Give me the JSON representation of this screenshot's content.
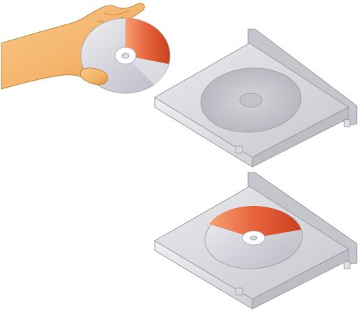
{
  "illustration": {
    "steps": [
      {
        "state": "hand-holding-disc",
        "tray": "open-empty"
      },
      {
        "state": "disc-seated",
        "tray": "open-loaded"
      }
    ]
  },
  "colors": {
    "skin": "#f4b36a",
    "skin_shadow": "#d88a3d",
    "disc_red": "#e0512e",
    "disc_orange": "#f07a45",
    "disc_silver": "#cfd0d8",
    "disc_hub": "#f3f3f3",
    "tray_top": "#d9d9de",
    "tray_front": "#e6e6ea",
    "tray_side": "#bdbdc4",
    "tray_well": "#c8c8cf",
    "outline": "#9b9ba3"
  }
}
